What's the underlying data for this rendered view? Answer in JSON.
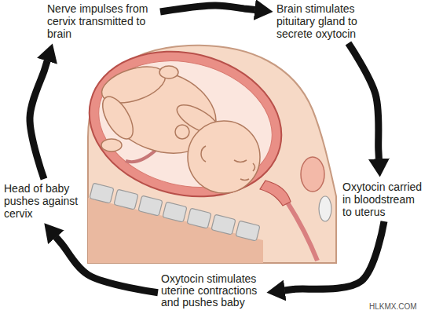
{
  "diagram": {
    "nodes": [
      {
        "text": [
          "Nerve impulses from cervix transmitted to brain"
        ]
      },
      {
        "text": [
          "Brain stimulates pituitary gland to secrete oxytocin"
        ]
      },
      {
        "text": [
          "Oxytocin carried in bloodstream to uterus"
        ]
      },
      {
        "text": [
          "Oxytocin stimulates uterine contractions and pushes baby"
        ]
      },
      {
        "text": [
          "Head of baby pushes against cervix"
        ]
      }
    ],
    "edges": [
      {
        "from": 0,
        "to": 1,
        "arrow": "to"
      },
      {
        "from": 1,
        "to": 2,
        "arrow": "to"
      },
      {
        "from": 2,
        "to": 3,
        "arrow": "to"
      },
      {
        "from": 3,
        "to": 4,
        "arrow": "to"
      },
      {
        "from": 4,
        "to": 0,
        "arrow": "to"
      }
    ],
    "labels": [
      "HLKMX.COM"
    ]
  }
}
